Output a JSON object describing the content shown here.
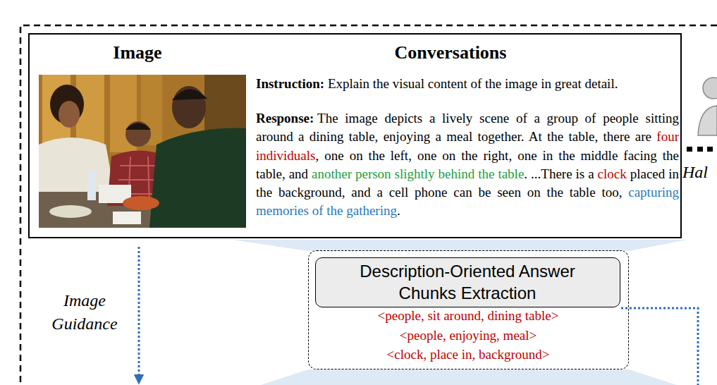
{
  "diagram": {
    "nodes": [
      {
        "text": [
          "Image",
          "Conversations",
          "Instruction:",
          "Explain the visual content of the image in great detail.",
          "Response:",
          "The image depicts a lively scene of a group of people sitting around a dining table, enjoying a meal together. At the table, there are ",
          "four individuals",
          ", one on the left, one on the right, one in the middle facing the table, and ",
          "another person slightly behind the table",
          ". ...There is a ",
          "clock",
          " placed in the background, and a cell phone can be seen on the table too, ",
          "capturing memories of the gathering",
          "."
        ]
      },
      {
        "text": [
          "<people, sit around, dining table>",
          "<people, enjoying, meal>",
          "<clock, place in, background>"
        ]
      },
      {
        "text": [
          "Description-Oriented Answer Chunks Extraction"
        ],
        "in": 1
      }
    ],
    "labels": [
      "Image Guidance",
      "Hal"
    ]
  }
}
